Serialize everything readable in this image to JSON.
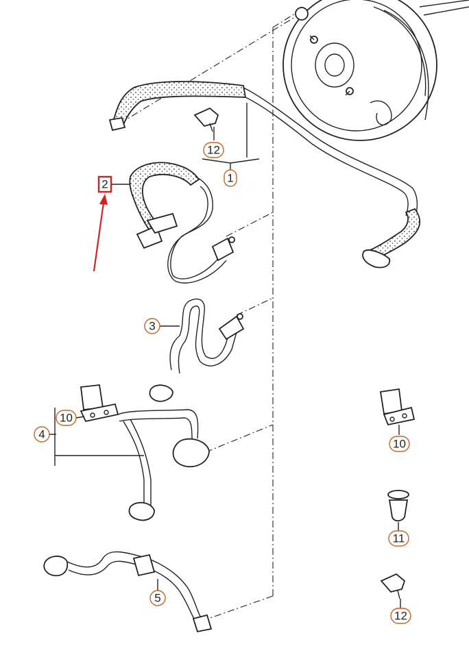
{
  "diagram": {
    "callouts": [
      {
        "id": "1",
        "label": "1"
      },
      {
        "id": "2",
        "label": "2"
      },
      {
        "id": "3",
        "label": "3"
      },
      {
        "id": "4",
        "label": "4"
      },
      {
        "id": "5",
        "label": "5"
      },
      {
        "id": "10a",
        "label": "10"
      },
      {
        "id": "10b",
        "label": "10"
      },
      {
        "id": "11",
        "label": "11"
      },
      {
        "id": "12a",
        "label": "12"
      },
      {
        "id": "12b",
        "label": "12"
      }
    ],
    "colors": {
      "callout_ring": "#c8641e",
      "highlight_box": "#d61f1f",
      "arrow": "#d61f1f",
      "line": "#222222"
    },
    "highlighted_callout": "2"
  }
}
